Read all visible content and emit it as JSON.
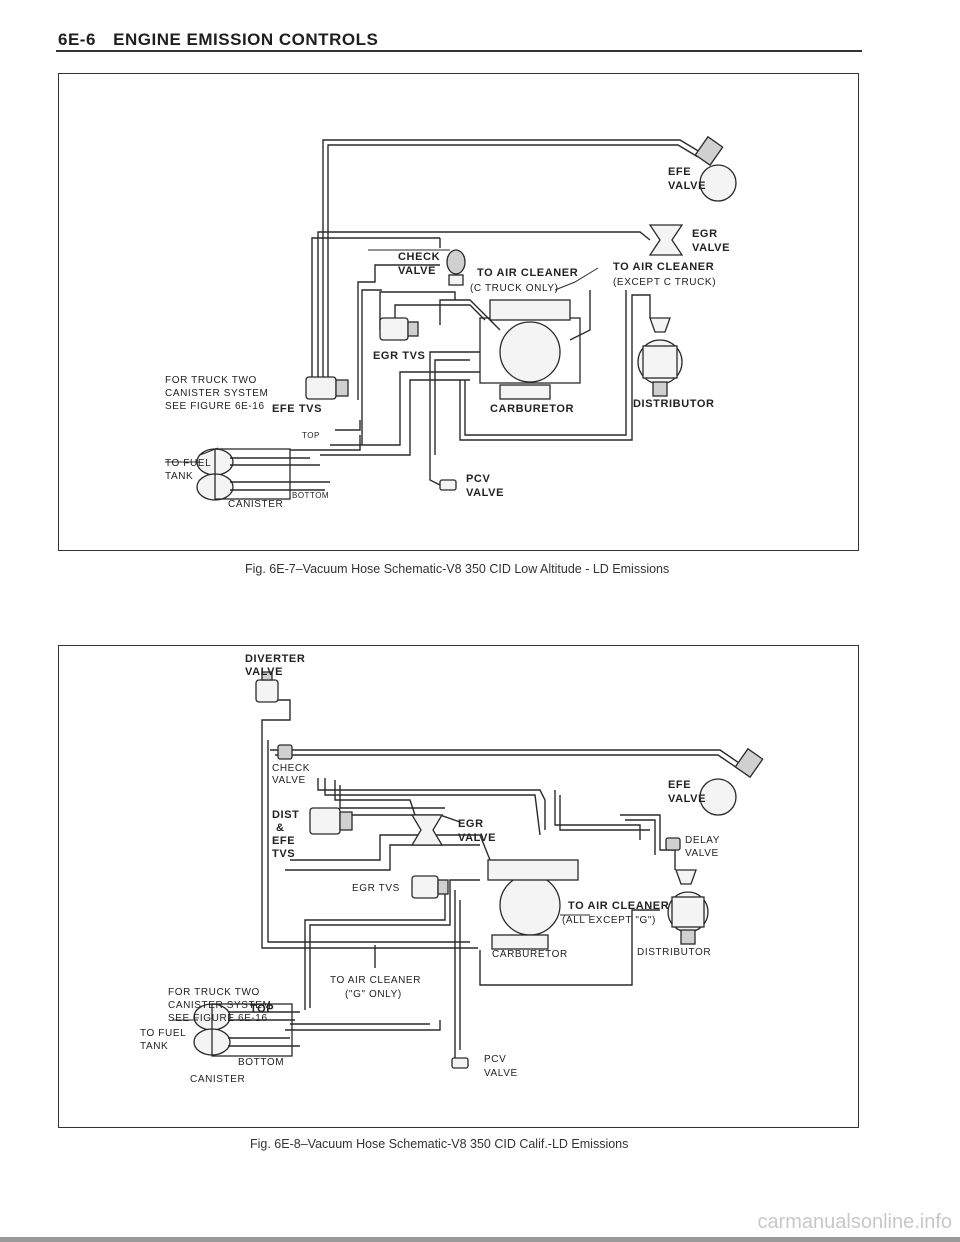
{
  "header": {
    "number": "6E-6",
    "title": "ENGINE EMISSION CONTROLS"
  },
  "figure1": {
    "caption": "Fig. 6E-7–Vacuum Hose Schematic-V8 350 CID Low Altitude - LD Emissions",
    "labels": {
      "efe_valve_1": "EFE",
      "efe_valve_2": "VALVE",
      "egr_valve_1": "EGR",
      "egr_valve_2": "VALVE",
      "check_valve_1": "CHECK",
      "check_valve_2": "VALVE",
      "air_cleaner_c_1": "TO AIR CLEANER",
      "air_cleaner_c_2": "(C TRUCK ONLY)",
      "air_cleaner_exc_1": "TO AIR CLEANER",
      "air_cleaner_exc_2": "(EXCEPT C TRUCK)",
      "egr_tvs": "EGR TVS",
      "truck_note_1": "FOR TRUCK TWO",
      "truck_note_2": "CANISTER SYSTEM",
      "truck_note_3": "SEE FIGURE 6E-16",
      "efe_tvs": "EFE TVS",
      "carburetor": "CARBURETOR",
      "distributor": "DISTRIBUTOR",
      "top": "TOP",
      "to_fuel_1": "TO FUEL",
      "to_fuel_2": "TANK",
      "bottom": "BOTTOM",
      "canister": "CANISTER",
      "pcv_1": "PCV",
      "pcv_2": "VALVE"
    }
  },
  "figure2": {
    "caption": "Fig. 6E-8–Vacuum Hose Schematic-V8 350 CID Calif.-LD Emissions",
    "labels": {
      "diverter_1": "DIVERTER",
      "diverter_2": "VALVE",
      "check_valve_1": "CHECK",
      "check_valve_2": "VALVE",
      "efe_valve_1": "EFE",
      "efe_valve_2": "VALVE",
      "dist_1": "DIST",
      "dist_2": "&",
      "dist_3": "EFE",
      "dist_4": "TVS",
      "egr_valve_1": "EGR",
      "egr_valve_2": "VALVE",
      "delay_1": "DELAY",
      "delay_2": "VALVE",
      "egr_tvs": "EGR TVS",
      "air_cleaner_all_1": "TO AIR CLEANER",
      "air_cleaner_all_2": "(ALL EXCEPT \"G\")",
      "carburetor": "CARBURETOR",
      "distributor": "DISTRIBUTOR",
      "air_cleaner_g_1": "TO AIR CLEANER",
      "air_cleaner_g_2": "(\"G\" ONLY)",
      "truck_note_1": "FOR TRUCK TWO",
      "truck_note_2": "CANISTER SYSTEM",
      "truck_note_3": "SEE FIGURE 6E-16",
      "top": "TOP",
      "to_fuel_1": "TO FUEL",
      "to_fuel_2": "TANK",
      "bottom": "BOTTOM",
      "canister": "CANISTER",
      "pcv_1": "PCV",
      "pcv_2": "VALVE"
    }
  },
  "watermark": "carmanualsonline.info"
}
